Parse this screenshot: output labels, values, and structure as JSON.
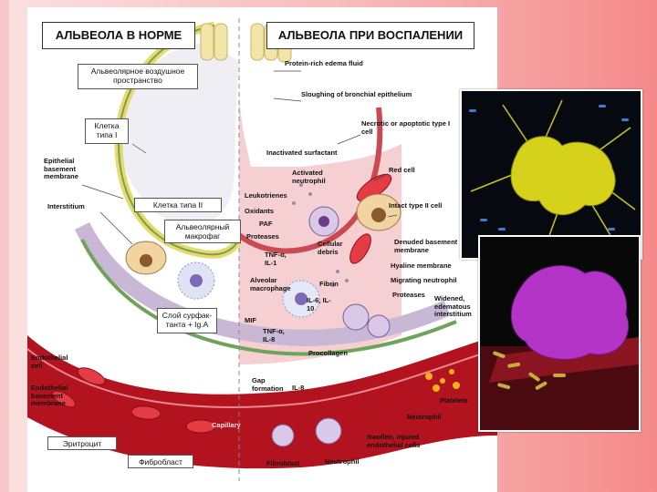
{
  "titles": {
    "normal": "АЛЬВЕОЛА В НОРМЕ",
    "inflamed": "АЛЬВЕОЛА ПРИ ВОСПАЛЕНИИ"
  },
  "boxes": {
    "air_space": "Альвеолярное воздушное пространство",
    "type1_cell": "Клетка типа I",
    "type2_cell": "Клетка типа II",
    "macrophage": "Альвеолярный макрофаг",
    "surfactant": "Слой сурфак-танта + Ig.A",
    "erythrocyte": "Эритроцит",
    "fibroblast": "Фибробласт"
  },
  "labels_left": {
    "epithelial_bm": "Epithelial basement membrane",
    "interstitium": "Interstitium",
    "endothelial_cell": "Endothelial cell",
    "endothelial_bm": "Endothelial basement membrane",
    "capillary": "Capillary"
  },
  "labels_right": {
    "edema_fluid": "Protein-rich edema fluid",
    "sloughing": "Sloughing of bronchial epithelium",
    "necrotic": "Necrotic or apoptotic type I cell",
    "inactivated_surfactant": "Inactivated surfactant",
    "activated_neutrophil": "Activated neutrophil",
    "red_cell": "Red cell",
    "intact_type2": "Intact type II cell",
    "leukotrienes": "Leukotrienes",
    "oxidants": "Oxidants",
    "paf": "PAF",
    "proteases": "Proteases",
    "tnf_il1": "TNF-α, IL-1",
    "cellular_debris": "Cellular debris",
    "denuded_bm": "Denuded basement membrane",
    "hyaline": "Hyaline membrane",
    "alveolar_macrophage": "Alveolar macrophage",
    "fibrin": "Fibrin",
    "migrating_neutrophil": "Migrating neutrophil",
    "proteases2": "Proteases",
    "il6_il10": "IL-6, IL-10",
    "widened": "Widened, edematous interstitium",
    "mif": "MIF",
    "tnf_il8": "TNF-α, IL-8",
    "procollagen": "Procollagen",
    "gap_formation": "Gap formation",
    "il8": "IL-8",
    "platelets": "Platelets",
    "neutrophil": "Neutrophil",
    "swollen": "Swollen, injured endothelial cells",
    "fibroblast_en": "Fibroblast",
    "neutrophil_bottom": "Neutrophil"
  },
  "colors": {
    "capillary_red": "#b3121f",
    "membrane_yellow": "#e9d96a",
    "membrane_green": "#6fa35a",
    "fluid_pink": "#f3c6c6",
    "photo1_bg": "#06090f",
    "photo1_cell": "#d6d21c",
    "photo2_bg": "#080808",
    "photo2_cell": "#b534c8"
  }
}
